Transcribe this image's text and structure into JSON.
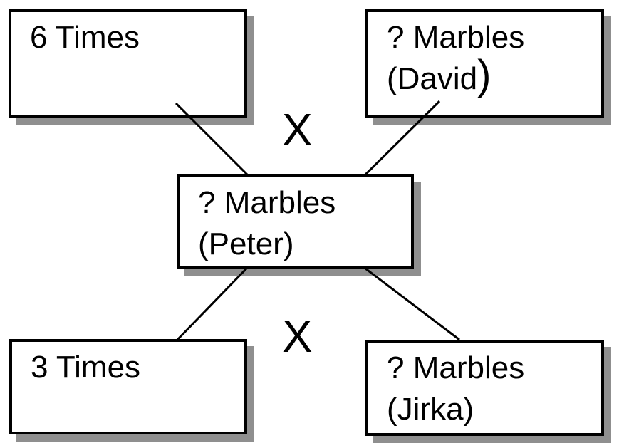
{
  "nodes": {
    "times6": {
      "label": "6 Times"
    },
    "david": {
      "line1": "? Marbles",
      "line2_main": "(David",
      "line2_suffix": ")"
    },
    "peter": {
      "line1": "? Marbles",
      "line2": "(Peter)"
    },
    "times3": {
      "label": "3 Times"
    },
    "jirka": {
      "line1": "? Marbles",
      "line2": "(Jirka)"
    }
  },
  "operators": {
    "top_multiply": "X",
    "bottom_multiply": "X"
  },
  "colors": {
    "background": "#ffffff",
    "box-fill": "#ffffff",
    "box-border": "#000000",
    "box-shadow": "#8f8f8f",
    "connector": "#000000",
    "text": "#000000"
  }
}
